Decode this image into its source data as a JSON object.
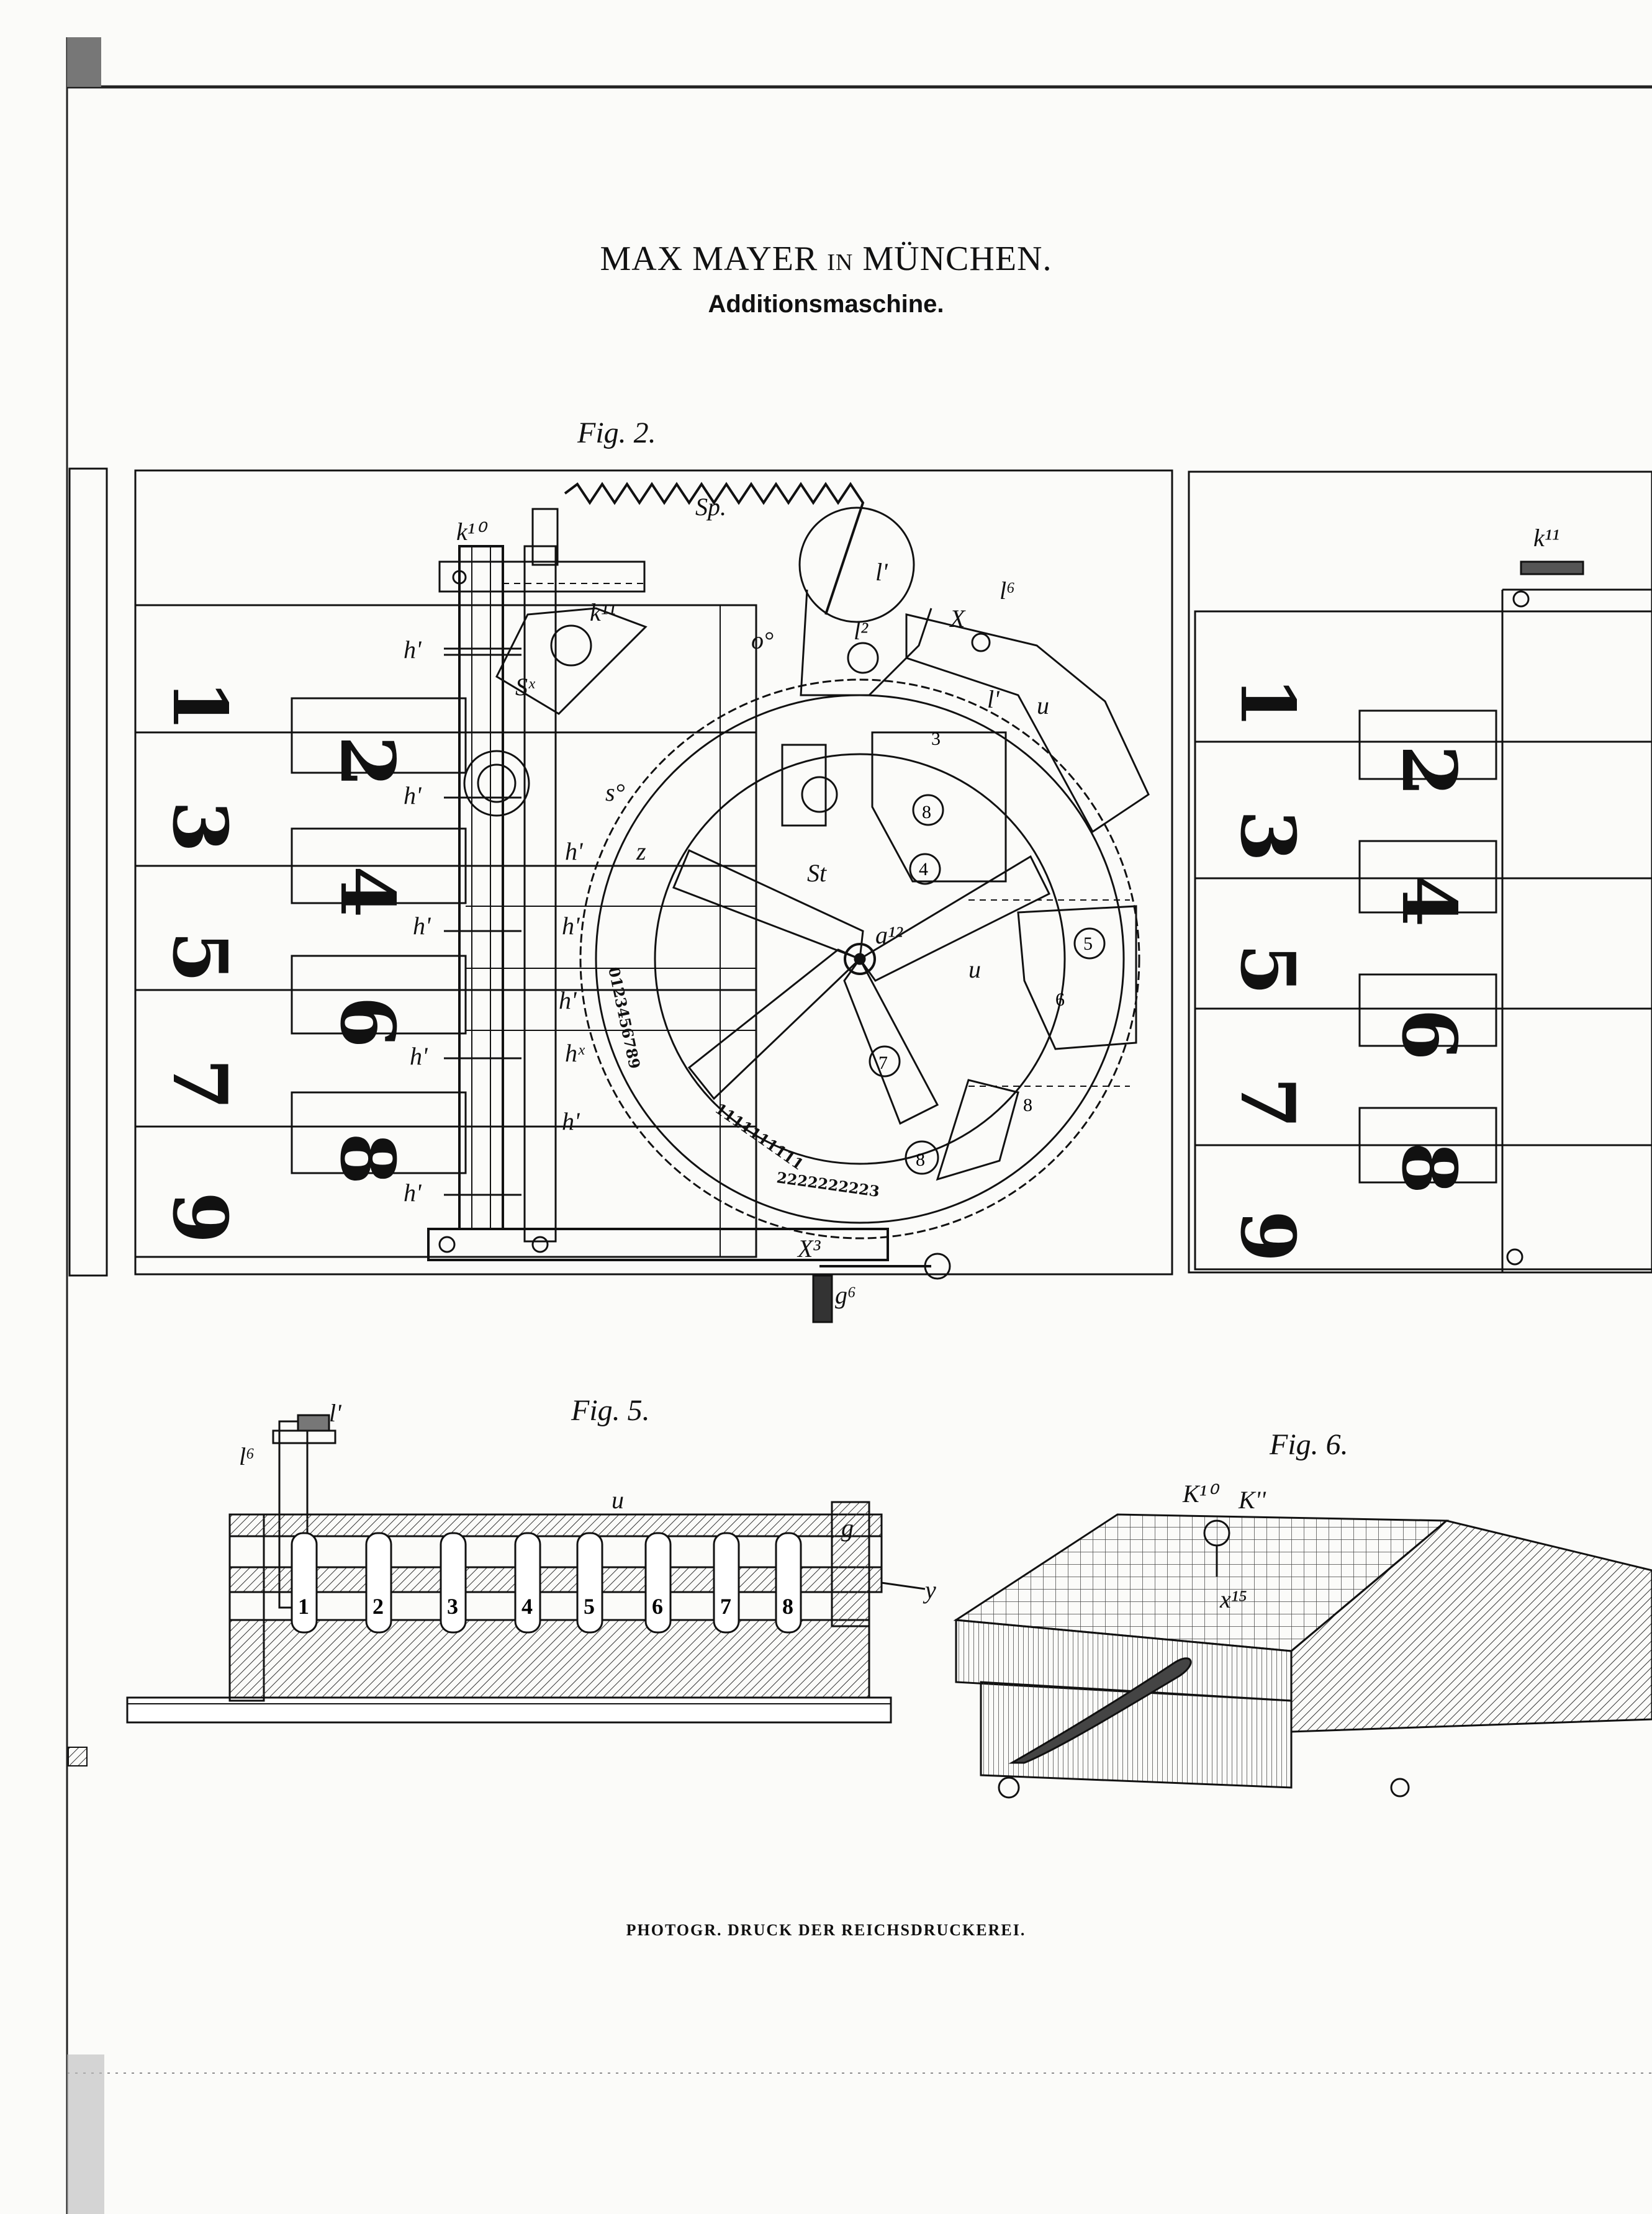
{
  "title": {
    "main": "MAX MAYER",
    "small": "IN",
    "city": "MÜNCHEN."
  },
  "subtitle": "Additionsmaschine.",
  "fig2": {
    "label": "Fig. 2.",
    "labels": {
      "spring": "Sp.",
      "k10": "k¹⁰",
      "k11": "k¹¹",
      "h": "h'",
      "hx": "hˣ",
      "s0": "s°",
      "sx": "Sˣ",
      "l1": "l'",
      "l2": "l²",
      "l6": "l⁶",
      "o0": "o°",
      "x": "X",
      "u": "u",
      "st": "St",
      "z": "z",
      "x3": "X³",
      "g6": "g⁶",
      "a12": "a¹²"
    },
    "key_digits": [
      "1",
      "2",
      "3",
      "4",
      "5",
      "6",
      "7",
      "8",
      "9"
    ],
    "wheel_numerals_inner": "0123456789",
    "wheel_numerals_mid": "1111111111",
    "wheel_numerals_outer": "2222222223",
    "sector_digits": [
      "8",
      "4",
      "5",
      "6",
      "7",
      "8",
      "8",
      "3"
    ]
  },
  "fig2_right": {
    "labels": {
      "k11": "k¹¹"
    },
    "key_digits": [
      "1",
      "2",
      "3",
      "4",
      "5",
      "6",
      "7",
      "8",
      "9"
    ]
  },
  "fig5": {
    "label": "Fig. 5.",
    "labels": {
      "l1": "l'",
      "l6": "l⁶",
      "u": "u",
      "y": "y",
      "g": "g"
    },
    "key_digits": [
      "1",
      "2",
      "3",
      "4",
      "5",
      "6",
      "7",
      "8"
    ]
  },
  "fig6": {
    "label": "Fig. 6.",
    "labels": {
      "k10": "K¹⁰",
      "k11": "K''",
      "x15": "x¹⁵"
    }
  },
  "footer": "PHOTOGR. DRUCK DER REICHSDRUCKEREI."
}
